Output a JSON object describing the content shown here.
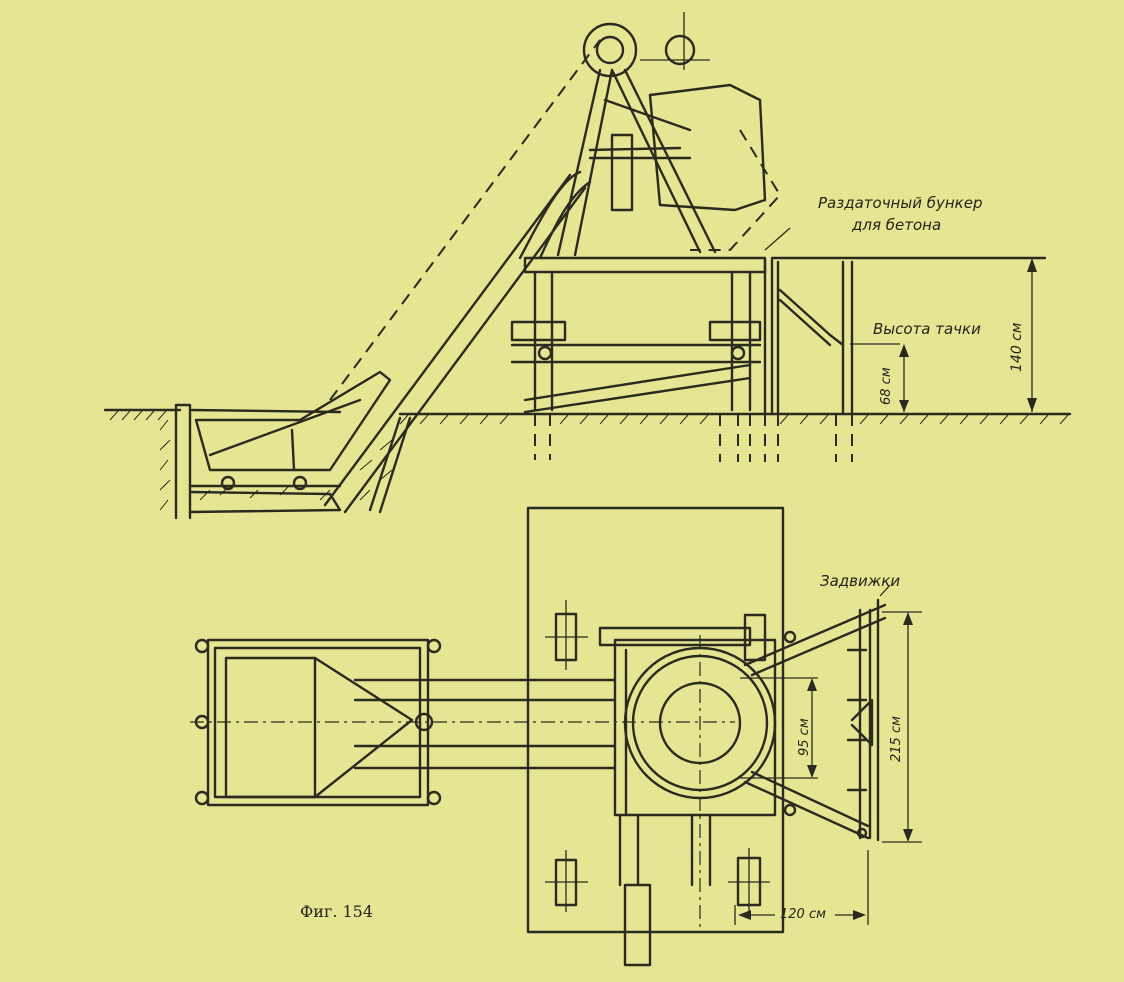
{
  "labels": {
    "distribution_hopper_line1": "Раздаточный бункер",
    "distribution_hopper_line2": "для бетона",
    "wheelbarrow_height": "Высота тачки",
    "dim_140": "140 см",
    "dim_68": "68 см",
    "gate_valves": "Задвижки",
    "dim_95": "95 см",
    "dim_215": "215 см",
    "dim_120": "120 см"
  },
  "caption": "Фиг. 154"
}
